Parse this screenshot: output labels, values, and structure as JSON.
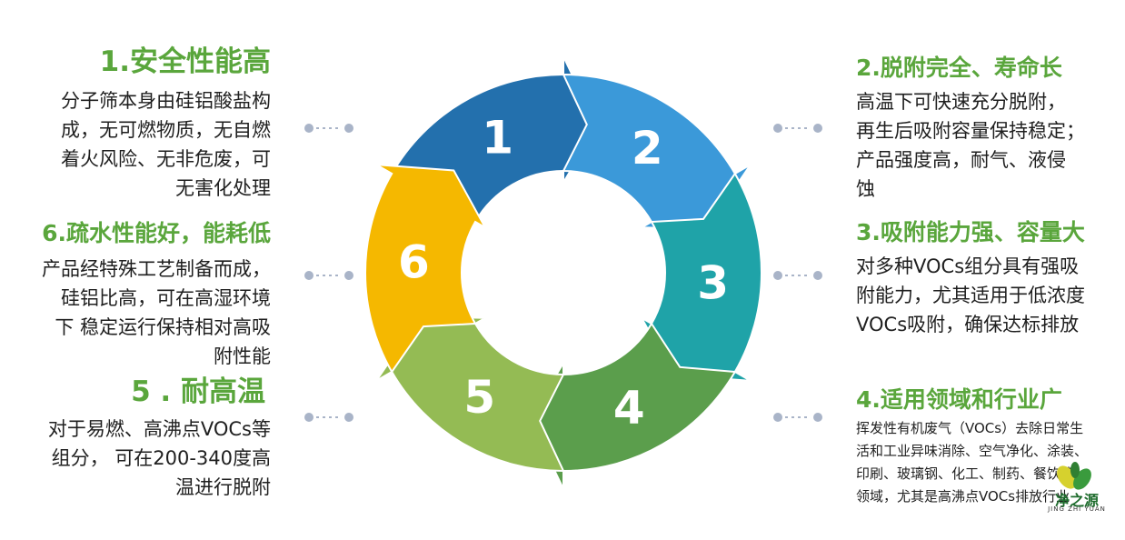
{
  "items": [
    {
      "id": 1,
      "title": "1.安全性能高",
      "lines": [
        "分子筛本身由硅铝酸盐构",
        "成，无可燃物质，无自燃",
        "着火风险、无非危废，可",
        "无害化处理"
      ]
    },
    {
      "id": 2,
      "title": "2.脱附完全、寿命长",
      "lines": [
        "高温下可快速充分脱附，",
        "再生后吸附容量保持稳定；",
        "产品强度高，耐气、液侵",
        "蚀"
      ]
    },
    {
      "id": 3,
      "title": "3.吸附能力强、容量大",
      "lines": [
        "对多种VOCs组分具有强吸",
        "附能力，尤其适用于低浓度",
        "VOCs吸附，确保达标排放"
      ]
    },
    {
      "id": 4,
      "title": "4.适用领域和行业广",
      "lines": [
        "挥发性有机废气（VOCs）去除日常生",
        "活和工业异味消除、空气净化、涂装、",
        "印刷、玻璃钢、化工、制药、餐饮等",
        "领域，尤其是高沸点VOCs排放行业"
      ]
    },
    {
      "id": 5,
      "title": "5 . 耐高温",
      "lines": [
        "对于易燃、高沸点VOCs等",
        "组分，  可在200-340度高",
        "温进行脱附"
      ]
    },
    {
      "id": 6,
      "title": "6.疏水性能好，能耗低",
      "lines": [
        "产品经特殊工艺制备而成，",
        "硅铝比高，可在高湿环境",
        "下 稳定运行保持相对高吸",
        "附性能"
      ]
    }
  ],
  "cycle": {
    "numbers": [
      "1",
      "2",
      "3",
      "4",
      "5",
      "6"
    ],
    "colors": [
      "#2370ad",
      "#3b99d9",
      "#1fa3a8",
      "#5b9e4c",
      "#94bb54",
      "#f5b800"
    ]
  },
  "logo": {
    "name": "净之源",
    "sub": "JING ZHI YUAN"
  }
}
